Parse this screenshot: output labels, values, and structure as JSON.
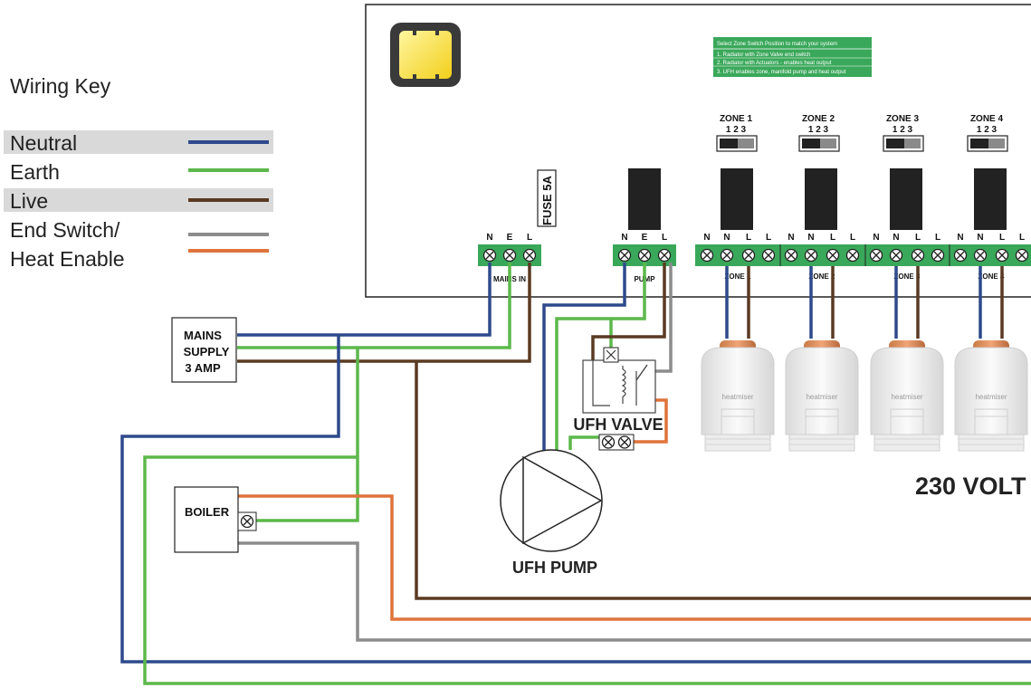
{
  "wiring_key": {
    "title": "Wiring Key",
    "entries": [
      {
        "label": "Neutral",
        "color": "#2e4a8c",
        "highlight": true
      },
      {
        "label": "Earth",
        "color": "#5cb84a",
        "highlight": false
      },
      {
        "label": "Live",
        "color": "#5a3a22",
        "highlight": true
      },
      {
        "label_line1": "End Switch/",
        "label_line2": "Heat Enable",
        "color_a": "#8c8c8c",
        "color_b": "#e0733a"
      }
    ]
  },
  "controller": {
    "info_box": {
      "title": "Select Zone Switch Position to match your system",
      "lines": [
        "1. Radiator with Zone Valve end switch",
        "2. Radiator with Actuators - enables heat output",
        "3. UFH enables zone, manifold pump and heat output"
      ],
      "color": "#3aa85a"
    },
    "fuse_label": "FUSE 5A",
    "mains_terminal": {
      "pins": [
        "N",
        "E",
        "L"
      ],
      "label": "MAINS IN"
    },
    "pump_terminal": {
      "pins": [
        "N",
        "E",
        "L"
      ],
      "label": "PUMP"
    },
    "zones": [
      {
        "title": "ZONE 1",
        "positions": "1 2 3",
        "pins": [
          "N",
          "N",
          "L",
          "L"
        ],
        "label": "ZONE 1"
      },
      {
        "title": "ZONE 2",
        "positions": "1 2 3",
        "pins": [
          "N",
          "N",
          "L",
          "L"
        ],
        "label": "ZONE 2"
      },
      {
        "title": "ZONE 3",
        "positions": "1 2 3",
        "pins": [
          "N",
          "N",
          "L",
          "L"
        ],
        "label": "ZONE 3"
      },
      {
        "title": "ZONE 4",
        "positions": "1 2 3",
        "pins": [
          "N",
          "N",
          "L",
          "L"
        ],
        "label": "ZONE 4"
      }
    ]
  },
  "mains_supply": {
    "line1": "MAINS",
    "line2": "SUPPLY",
    "line3": "3 AMP"
  },
  "boiler": {
    "label": "BOILER"
  },
  "ufh_valve": {
    "label": "UFH VALVE"
  },
  "ufh_pump": {
    "label": "UFH PUMP"
  },
  "actuators": [
    {
      "brand": "heatmiser"
    },
    {
      "brand": "heatmiser"
    },
    {
      "brand": "heatmiser"
    },
    {
      "brand": "heatmiser"
    }
  ],
  "voltage_label": "230 VOLT"
}
